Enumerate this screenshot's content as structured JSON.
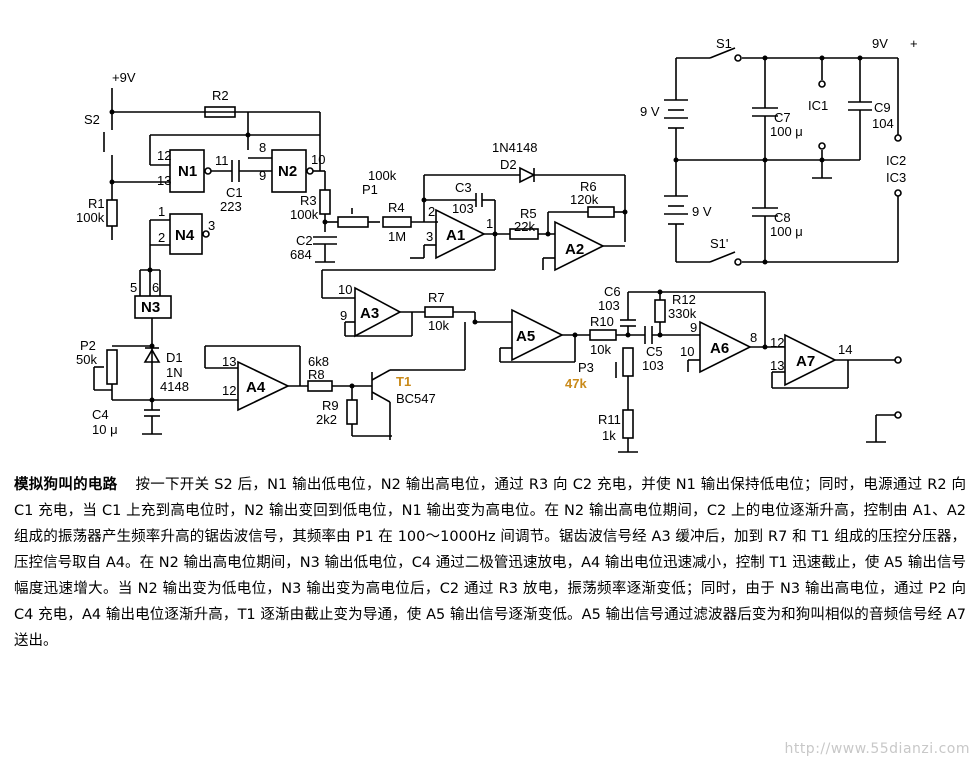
{
  "labels": {
    "supply_top": "+9V",
    "supply_right": "9V",
    "plus": "+",
    "s2": "S2",
    "r1": "R1",
    "r1v": "100k",
    "r2": "R2",
    "n1": "N1",
    "n2": "N2",
    "n3": "N3",
    "n4": "N4",
    "p12": "12",
    "p13": "13",
    "p11": "11",
    "p8": "8",
    "p9": "9",
    "p10": "10",
    "p1": "1",
    "p2": "2",
    "p3": "3",
    "p5": "5",
    "p6": "6",
    "c1": "C1",
    "c1v": "223",
    "r3": "R3",
    "r3v": "100k",
    "c2": "C2",
    "c2v": "684",
    "p1pot": "P1",
    "p1v": "100k",
    "r4": "R4",
    "r4v": "1M",
    "d2": "D2",
    "d2v": "1N4148",
    "c3": "C3",
    "c3v": "103",
    "a1": "A1",
    "a2": "A2",
    "a3": "A3",
    "a4": "A4",
    "a5": "A5",
    "a6": "A6",
    "a7": "A7",
    "r5": "R5",
    "r5v": "22k",
    "r6": "R6",
    "r6v": "120k",
    "r7": "R7",
    "r7v": "10k",
    "r8": "R8",
    "r8v": "6k8",
    "r9": "R9",
    "r9v": "2k2",
    "t1": "T1",
    "t1v": "BC547",
    "p2pot": "P2",
    "p2v": "50k",
    "d1": "D1",
    "d1a": "1N",
    "d1b": "4148",
    "c4": "C4",
    "c4v": "10 μ",
    "r10": "R10",
    "r10v": "10k",
    "p3pot": "P3",
    "p3v": "47k",
    "r11": "R11",
    "r11v": "1k",
    "c6": "C6",
    "c6v": "103",
    "r12": "R12",
    "r12v": "330k",
    "c5": "C5",
    "c5v": "103",
    "p14": "14",
    "s1": "S1",
    "s1b": "S1'",
    "bat": "9 V",
    "bat2": "9 V",
    "c7": "C7",
    "c7v": "100 μ",
    "c8": "C8",
    "c8v": "100 μ",
    "c9": "C9",
    "c9v": "104",
    "ic1": "IC1",
    "ic2": "IC2",
    "ic3": "IC3"
  },
  "caption": {
    "title": "模拟狗叫的电路",
    "body": "按一下开关 S2 后，N1 输出低电位，N2 输出高电位，通过 R3 向 C2 充电，并使 N1 输出保持低电位；同时，电源通过 R2 向 C1 充电，当 C1 上充到高电位时，N2 输出变回到低电位，N1 输出变为高电位。在 N2 输出高电位期间，C2 上的电位逐渐升高，控制由 A1、A2 组成的振荡器产生频率升高的锯齿波信号，其频率由 P1 在 100～1000Hz 间调节。锯齿波信号经 A3 缓冲后，加到 R7 和 T1 组成的压控分压器，压控信号取自 A4。在 N2 输出高电位期间，N3 输出低电位，C4 通过二极管迅速放电，A4 输出电位迅速减小，控制 T1 迅速截止，使 A5 输出信号幅度迅速增大。当 N2 输出变为低电位，N3 输出变为高电位后，C2 通过 R3 放电，振荡频率逐渐变低；同时，由于 N3 输出高电位，通过 P2 向 C4 充电，A4 输出电位逐渐升高，T1 逐渐由截止变为导通，使 A5 输出信号逐渐变低。A5 输出信号通过滤波器后变为和狗叫相似的音频信号经 A7 送出。"
  },
  "watermark": "http://www.55dianzi.com"
}
